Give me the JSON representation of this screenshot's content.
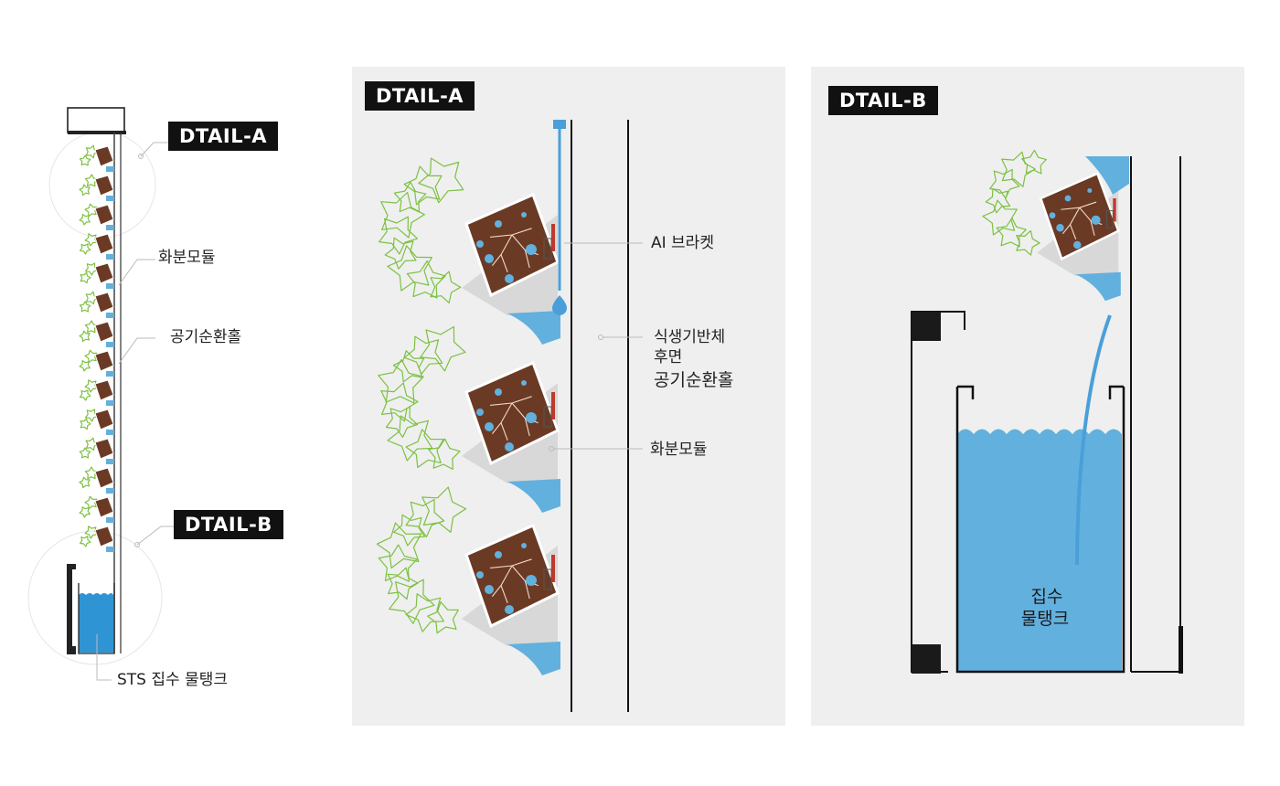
{
  "overview": {
    "tag_a": "DTAIL-A",
    "tag_b": "DTAIL-B",
    "label_pot_module": "화분모듈",
    "label_air_hole": "공기순환홀",
    "label_tank": "STS 집수 물탱크"
  },
  "detail_a": {
    "tag": "DTAIL-A",
    "label_bracket": "AI 브라켓",
    "label_substrate_line1": "식생기반체",
    "label_substrate_line2": "후면",
    "label_substrate_line3": "공기순환홀",
    "label_pot_module": "화분모듈"
  },
  "detail_b": {
    "tag": "DTAIL-B",
    "tank_line1": "집수",
    "tank_line2": "물탱크"
  },
  "colors": {
    "water": "#62b0de",
    "soil": "#6b3a24",
    "plant": "#7cc142",
    "frame": "#222222",
    "panel_bg": "#efefef"
  }
}
